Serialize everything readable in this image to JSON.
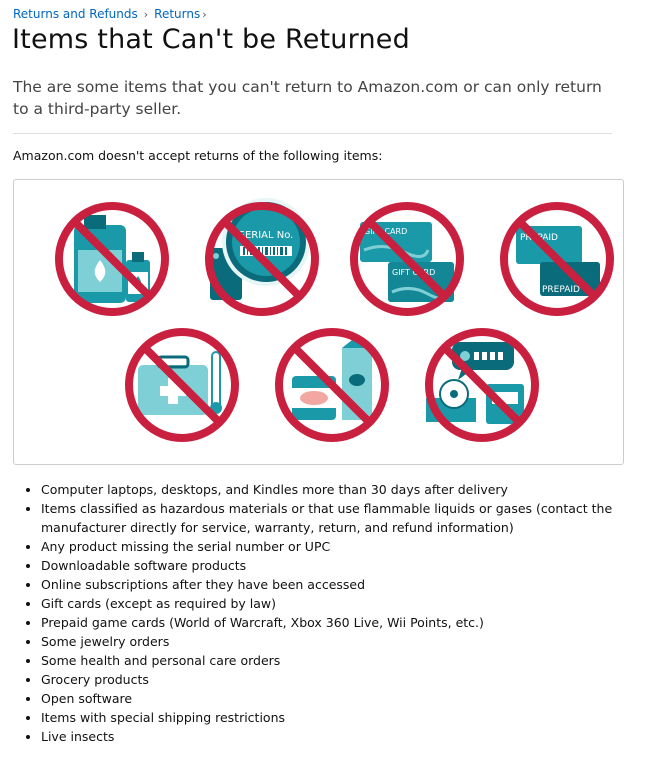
{
  "breadcrumb": {
    "item1": "Returns and Refunds",
    "item2": "Returns",
    "separator": "›"
  },
  "page_title": "Items that Can't be Returned",
  "intro": "The are some items that you can't return to Amazon.com or can only return to a third-party seller.",
  "lead": "Amazon.com doesn't accept returns of the following items:",
  "illustration": {
    "serial_label": "SERIAL No.",
    "gift_card_label_1": "GIFT CARD",
    "gift_card_label_2": "GIFT CARD",
    "prepaid_label_1": "PREPAID",
    "prepaid_label_2": "PREPAID",
    "prohibition_color": "#c9203f",
    "teal_dark": "#0a6b7a",
    "teal_mid": "#1a9aa8",
    "teal_light": "#7fd0d6",
    "icons": [
      "hazardous-materials-icon",
      "serial-number-icon",
      "gift-card-icon",
      "prepaid-card-icon",
      "health-care-icon",
      "grocery-icon",
      "software-icon"
    ]
  },
  "items": [
    "Computer laptops, desktops, and Kindles more than 30 days after delivery",
    "Items classified as hazardous materials or that use flammable liquids or gases (contact the manufacturer directly for service, warranty, return, and refund information)",
    "Any product missing the serial number or UPC",
    "Downloadable software products",
    "Online subscriptions after they have been accessed",
    "Gift cards (except as required by law)",
    "Prepaid game cards (World of Warcraft, Xbox 360 Live, Wii Points, etc.)",
    "Some jewelry orders",
    "Some health and personal care orders",
    "Grocery products",
    "Open software",
    "Items with special shipping restrictions",
    "Live insects"
  ]
}
